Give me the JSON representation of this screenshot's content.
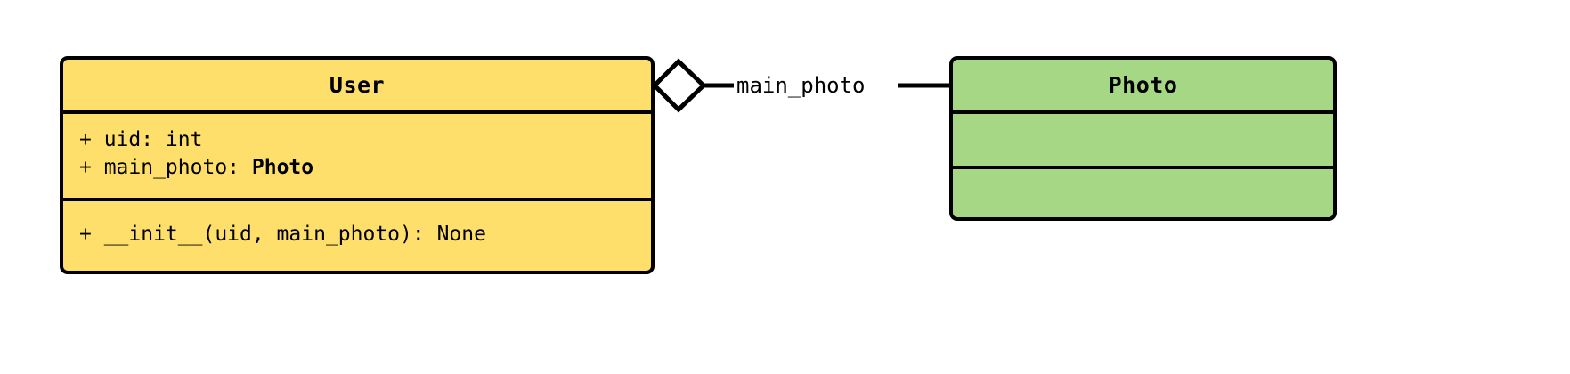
{
  "diagram": {
    "type": "uml-class-diagram",
    "background_color": "#ffffff",
    "classes": [
      {
        "id": "user",
        "name": "User",
        "fill_color": "#ffdf6b",
        "border_color": "#000000",
        "attributes": [
          {
            "visibility": "+",
            "text": "+ uid: int",
            "name": "uid",
            "type": "int"
          },
          {
            "visibility": "+",
            "prefix": "+ main_photo: ",
            "type_ref": "Photo",
            "name": "main_photo",
            "type": "Photo"
          }
        ],
        "methods": [
          {
            "visibility": "+",
            "text": "+ __init__(uid, main_photo): None",
            "name": "__init__",
            "params": "uid, main_photo",
            "returns": "None"
          }
        ]
      },
      {
        "id": "photo",
        "name": "Photo",
        "fill_color": "#a6d785",
        "border_color": "#000000",
        "attributes": [],
        "methods": []
      }
    ],
    "relationship": {
      "kind": "aggregation",
      "label": "main_photo",
      "source": "User",
      "target": "Photo",
      "diamond_fill": "#ffffff",
      "diamond_stroke": "#000000",
      "line_color": "#000000"
    }
  }
}
